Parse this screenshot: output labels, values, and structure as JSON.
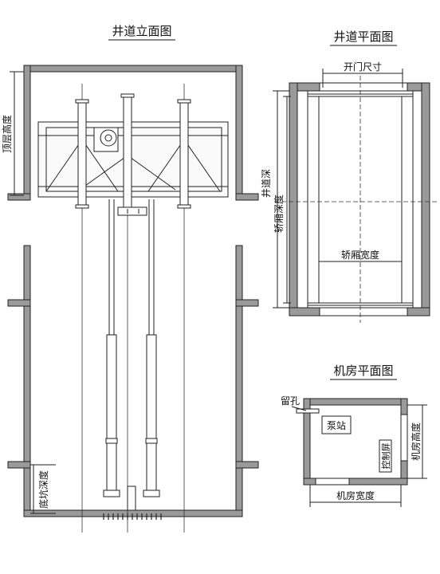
{
  "titles": {
    "elevation": "井道立面图",
    "shaft_plan": "井道平面图",
    "machine_room_plan": "机房平面图"
  },
  "labels": {
    "top_floor_height": "顶层高度",
    "pit_depth": "底坑深度",
    "door_opening": "开门尺寸",
    "shaft_depth": "井道深",
    "car_depth": "轿厢深度",
    "car_width": "轿厢宽度",
    "reserved_hole": "留孔",
    "pump_station": "泵站",
    "control_panel": "控制屏",
    "room_height": "机房高度",
    "room_width": "机房宽度"
  }
}
